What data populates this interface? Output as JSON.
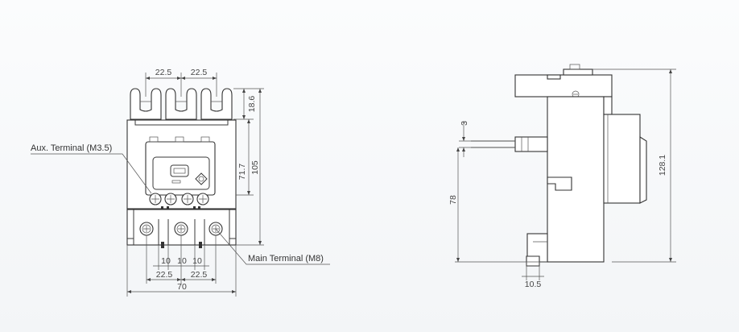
{
  "front_view": {
    "dims": {
      "pitch_top_1": "22.5",
      "pitch_top_2": "22.5",
      "h_186": "18.6",
      "h_717": "71.7",
      "h_105": "105",
      "sp_10_1": "10",
      "sp_10_2": "10",
      "sp_10_3": "10",
      "pitch_bot_1": "22.5",
      "pitch_bot_2": "22.5",
      "width": "70"
    },
    "labels": {
      "aux_terminal": "Aux. Terminal (M3.5)",
      "main_terminal": "Main Terminal (M8)"
    }
  },
  "side_view": {
    "dims": {
      "d_3": "3",
      "d_78": "78",
      "d_1281": "128.1",
      "d_105": "10.5"
    }
  }
}
